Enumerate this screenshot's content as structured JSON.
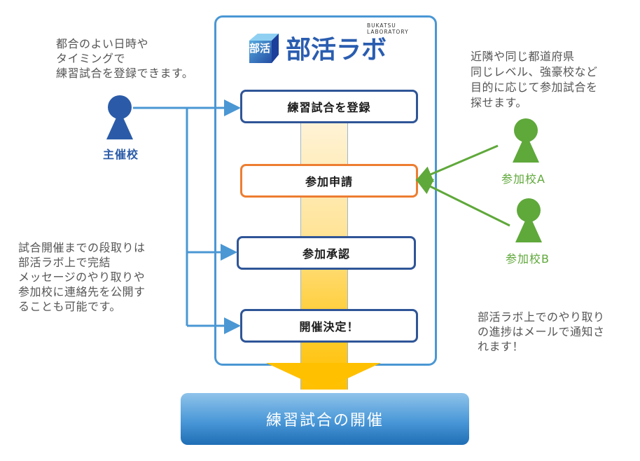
{
  "colors": {
    "frame_blue": "#4a97d4",
    "step_border": "#2f5597",
    "step_highlight": "#ed7d31",
    "host_blue": "#2b5ba8",
    "participant_green": "#5fa83a",
    "arrow_yellow": "#ffc000",
    "note_gray": "#555555"
  },
  "logo": {
    "icon_text": "部活",
    "title": "部活ラボ",
    "subtitle_line1": "BUKATSU",
    "subtitle_line2": "LABORATORY"
  },
  "steps": [
    {
      "label": "練習試合を登録",
      "highlight": false
    },
    {
      "label": "参加申請",
      "highlight": true
    },
    {
      "label": "参加承認",
      "highlight": false
    },
    {
      "label": "開催決定！",
      "highlight": false
    }
  ],
  "result": {
    "label": "練習試合の開催"
  },
  "actors": {
    "host": {
      "label": "主催校",
      "icon": "person-icon"
    },
    "participant_a": {
      "label": "参加校A",
      "icon": "person-icon"
    },
    "participant_b": {
      "label": "参加校B",
      "icon": "person-icon"
    }
  },
  "notes": {
    "top_left": "都合のよい日時や\nタイミングで\n練習試合を登録できます。",
    "bottom_left": "試合開催までの段取りは\n部活ラボ上で完結\nメッセージのやり取りや\n参加校に連絡先を公開す\nることも可能です。",
    "top_right": "近隣や同じ都道府県\n同じレベル、強豪校など\n目的に応じて参加試合を\n探せます。",
    "bottom_right": "部活ラボ上でのやり取り\nの進捗はメールで通知さ\nれます！"
  }
}
